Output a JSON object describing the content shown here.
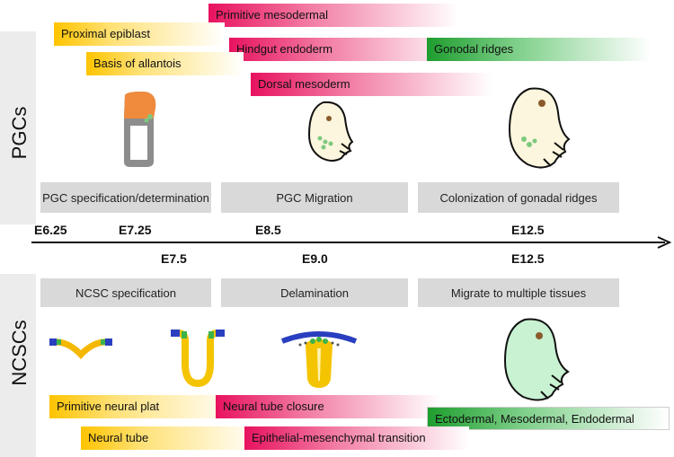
{
  "sections": {
    "pgc_label": "PGCs",
    "ncsc_label": "NCSCs"
  },
  "pgc_tags": [
    {
      "text": "Primitive mesodermal",
      "color": "pink"
    },
    {
      "text": "Proximal epiblast",
      "color": "yellow"
    },
    {
      "text": "Hindgut endoderm",
      "color": "pink"
    },
    {
      "text": "Gonodal ridges",
      "color": "green"
    },
    {
      "text": "Basis of allantois",
      "color": "yellow"
    },
    {
      "text": "Dorsal mesoderm",
      "color": "pink"
    }
  ],
  "pgc_stages": [
    "PGC specification/determination",
    "PGC Migration",
    "Colonization of gonadal ridges"
  ],
  "timeline_top": [
    "E6.25",
    "E7.25",
    "E8.5",
    "E12.5"
  ],
  "timeline_bottom": [
    "E7.5",
    "E9.0",
    "E12.5"
  ],
  "ncsc_stages": [
    "NCSC specification",
    "Delamination",
    "Migrate to multiple tissues"
  ],
  "ncsc_tags": [
    {
      "text": "Primitive neural plat",
      "color": "yellow"
    },
    {
      "text": "Neural tube closure",
      "color": "pink"
    },
    {
      "text": "Ectodermal, Mesodermal, Endodermal",
      "color": "green"
    },
    {
      "text": "Neural tube",
      "color": "yellow"
    },
    {
      "text": "Epithelial-mesenchymal transition",
      "color": "pink"
    }
  ],
  "colors": {
    "yellow": "#ffc400",
    "pink": "#e8125f",
    "green": "#1e9d2e",
    "stage_box": "#d9d9d9",
    "side_bar": "#ececec"
  }
}
